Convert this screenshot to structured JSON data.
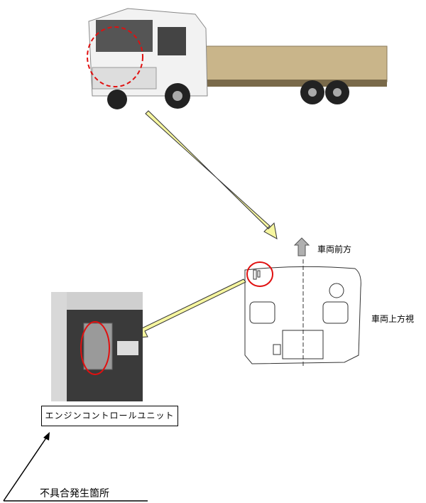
{
  "labels": {
    "vehicle_front": "車両前方",
    "top_view": "車両上方視",
    "ecu": "エンジンコントロールユニット",
    "fault_location": "不具合発生箇所"
  },
  "colors": {
    "highlight_ring": "#e01010",
    "pointer_arrow": "#f6f6a0",
    "front_arrow": "#b0b0b0"
  }
}
